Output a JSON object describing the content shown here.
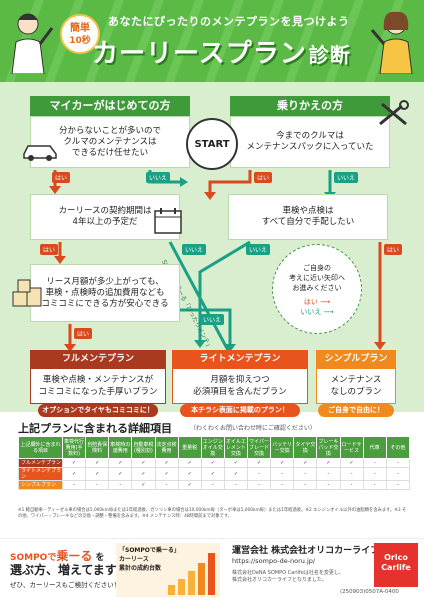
{
  "header": {
    "badge_line1": "簡単",
    "badge_line2": "10秒",
    "subtitle": "あなたにぴったりのメンテプランを見つけよう",
    "title": "カーリースプラン",
    "title_suffix": "診断"
  },
  "flow": {
    "left_header": "マイカーがはじめての方",
    "right_header": "乗りかえの方",
    "q1": [
      "分からないことが多いので",
      "クルマのメンテナンスは",
      "できるだけ任せたい"
    ],
    "start": "START",
    "q2": [
      "今までのクルマは",
      "メンテナンスパックに入っていた"
    ],
    "q3": [
      "カーリースの契約期間は",
      "4年以上の予定だ"
    ],
    "q4": [
      "車検や点検は",
      "すべて自分で手配したい"
    ],
    "q5": [
      "リース月額が多少上がっても、",
      "車検・点検時の追加費用なども",
      "コミコミにできる方が安心できる"
    ],
    "yes": "はい",
    "no": "いいえ",
    "link_text": "SOMPOで乗ーる「ぴったりメンテ」",
    "legend_title": [
      "ご自身の",
      "考えに近い矢印へ",
      "お進みください"
    ],
    "legend_yes": "はい",
    "legend_no": "いいえ"
  },
  "plans": [
    {
      "name": "フルメンテプラン",
      "desc": [
        "車検や点検・メンテナンスが",
        "コミコミになった手厚いプラン"
      ],
      "tag": "オプションでタイヤもコミコミに！"
    },
    {
      "name": "ライトメンテプラン",
      "desc": [
        "月額を抑えつつ",
        "必須項目を含んだプラン"
      ],
      "tag": "本チラシ表面に掲載のプラン！"
    },
    {
      "name": "シンプルプラン",
      "desc": [
        "メンテナンス",
        "なしのプラン"
      ],
      "tag": "ご自身で自由に！"
    }
  ],
  "table": {
    "title": "上記プランに含まれる詳細項目",
    "note": "（わくわくお問い合わせ時にご確認ください）",
    "headers": [
      "上記欄外に含まれる項目",
      "車検代行費用(手数料)",
      "自賠責保険料",
      "車検時の諸費用",
      "自動車税(種別割)",
      "法定点検費用",
      "重量税",
      "エンジンオイル交換",
      "オイルエレメント交換",
      "ワイパーブレード交換",
      "バッテリー交換",
      "タイヤ交換",
      "ブレーキパッド交換",
      "ロードサービス",
      "代車",
      "その他"
    ],
    "rows": [
      {
        "label": "フルメンテプラン",
        "cells": [
          "✓",
          "✓",
          "✓",
          "✓",
          "✓",
          "✓",
          "✓",
          "✓",
          "✓",
          "✓",
          "✓",
          "✓",
          "✓",
          "-",
          "-"
        ]
      },
      {
        "label": "ライトメンテプラン",
        "cells": [
          "✓",
          "✓",
          "✓",
          "✓",
          "✓",
          "✓",
          "✓",
          "✓",
          "-",
          "-",
          "-",
          "-",
          "-",
          "-",
          "-"
        ]
      },
      {
        "label": "シンプルプラン",
        "cells": [
          "-",
          "-",
          "-",
          "✓",
          "-",
          "✓",
          "-",
          "-",
          "-",
          "-",
          "-",
          "-",
          "-",
          "-",
          "-"
        ]
      }
    ],
    "footnote": "※1 軽自動車・ディーゼル車の場合は5,000km毎または1年経過後、ガソリン車の場合は10,000km毎（ターボ車は5,000km毎）または1年経過後。※2 エンジンオイル以外の油脂類を含みます。※3 その他、ワイパー・ブレーキなどの交換・調整・整備を含みます。※4 メンテナンス時：48時間前まで対象です。"
  },
  "footer": {
    "logo_a": "SOMPOで",
    "logo_b": "乗ーる",
    "logo_c": "を",
    "tagline1": "選ぶ方、増えてます！",
    "tagline2": "ぜひ、カーリースもご検討ください！",
    "chart_caption1": "「SOMPOで乗ーる」",
    "chart_caption2": "カーリース",
    "chart_caption3": "累計の成約台数",
    "operator": "運営会社  株式会社オリコカーライフ",
    "url": "https://sompo-de-noru.jp/",
    "credit1": "株式会社DeNA SOMPO Carlifeは社名を変更し、",
    "credit2": "株式会社オリコカーライフとなりました。",
    "code": "(250903)0507A-0400",
    "brand1": "Orico",
    "brand2": "Carlife"
  }
}
